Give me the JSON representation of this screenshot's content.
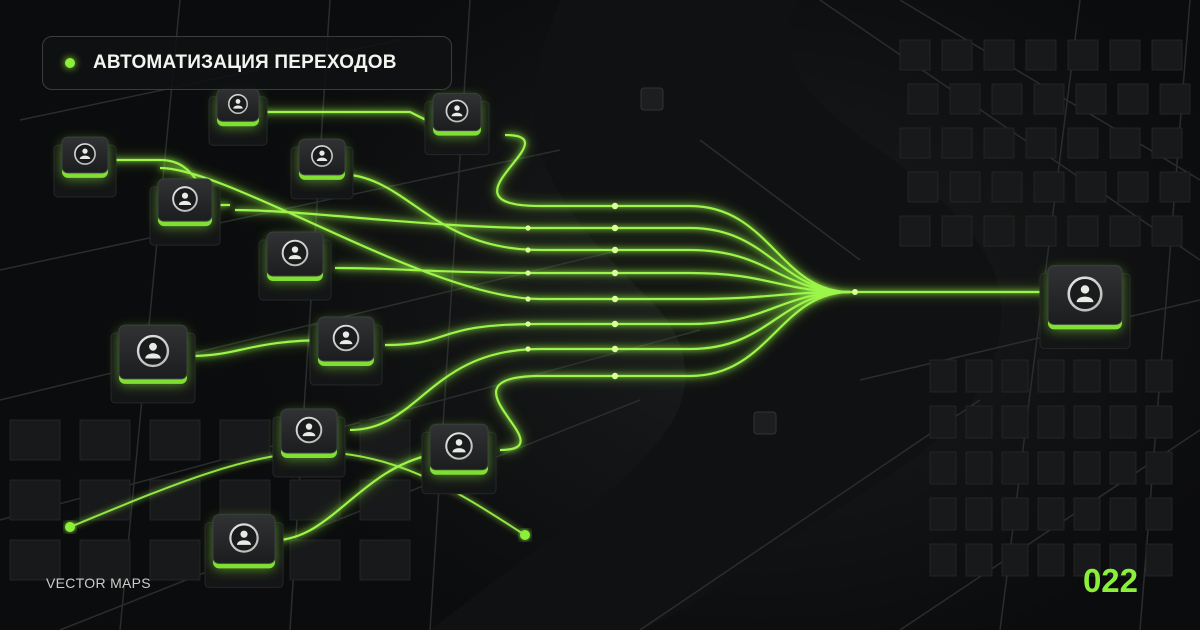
{
  "header": {
    "title": "АВТОМАТИЗАЦИЯ ПЕРЕХОДОВ"
  },
  "footer": {
    "brand": "VECTOR MAPS",
    "number": "022"
  },
  "colors": {
    "accent": "#8cf03a",
    "background": "#0b0c0d"
  },
  "icons": {
    "node": "user-icon",
    "status": "status-dot-icon"
  }
}
